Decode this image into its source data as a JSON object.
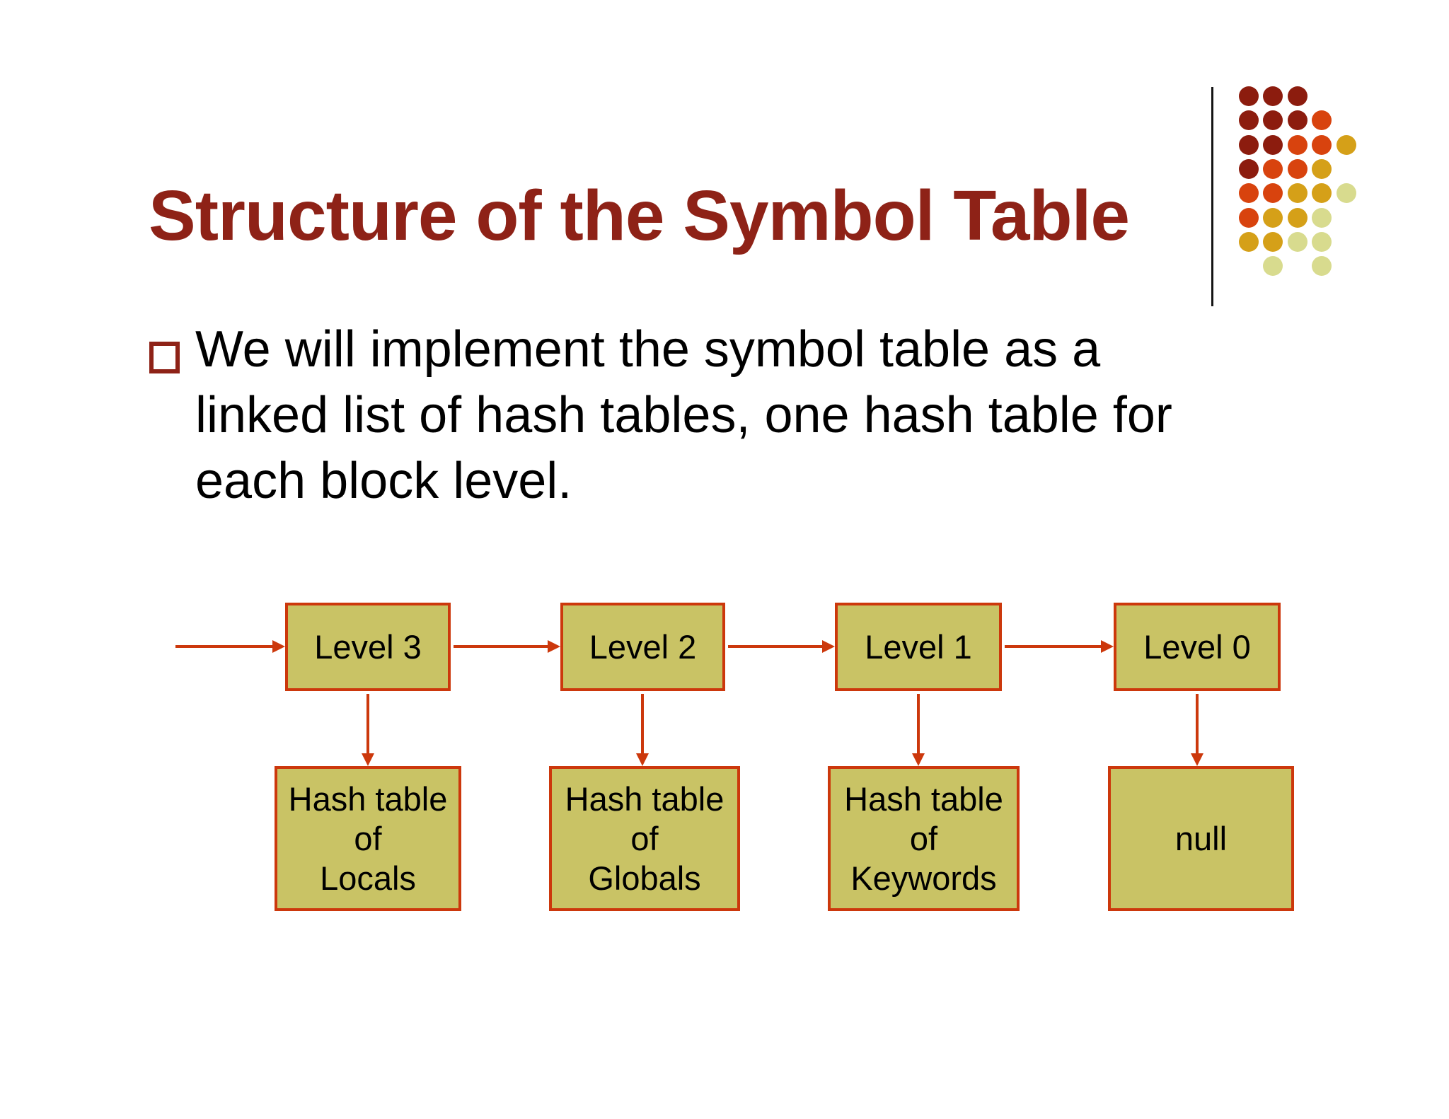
{
  "slide": {
    "title": "Structure of the Symbol Table",
    "bullet_text_lines": [
      "We will implement the symbol table as a",
      "linked list of hash tables, one hash table for",
      "each block level."
    ]
  },
  "diagram": {
    "levels": [
      {
        "label": "Level 3"
      },
      {
        "label": "Level 2"
      },
      {
        "label": "Level 1"
      },
      {
        "label": "Level 0"
      }
    ],
    "tables": [
      {
        "lines": [
          "Hash table",
          "of",
          "Locals"
        ]
      },
      {
        "lines": [
          "Hash table",
          "of",
          "Globals"
        ]
      },
      {
        "lines": [
          "Hash table",
          "of",
          "Keywords"
        ]
      },
      {
        "lines": [
          "null"
        ]
      }
    ]
  },
  "colors": {
    "title": "#8E2217",
    "text": "#000000",
    "box_fill": "#C9C365",
    "box_border": "#CC380C",
    "arrow": "#CC380C"
  },
  "decoration": {
    "dot_pattern": [
      "DDD..",
      "DDDO.",
      "DDOOG",
      "DOOG.",
      "OOGGP",
      "OGGP.",
      "GGPP.",
      ".P.P."
    ],
    "dot_colors": {
      "D": "#8C1C0E",
      "O": "#D8430E",
      "G": "#D5A018",
      "P": "#D8DB8E"
    }
  }
}
